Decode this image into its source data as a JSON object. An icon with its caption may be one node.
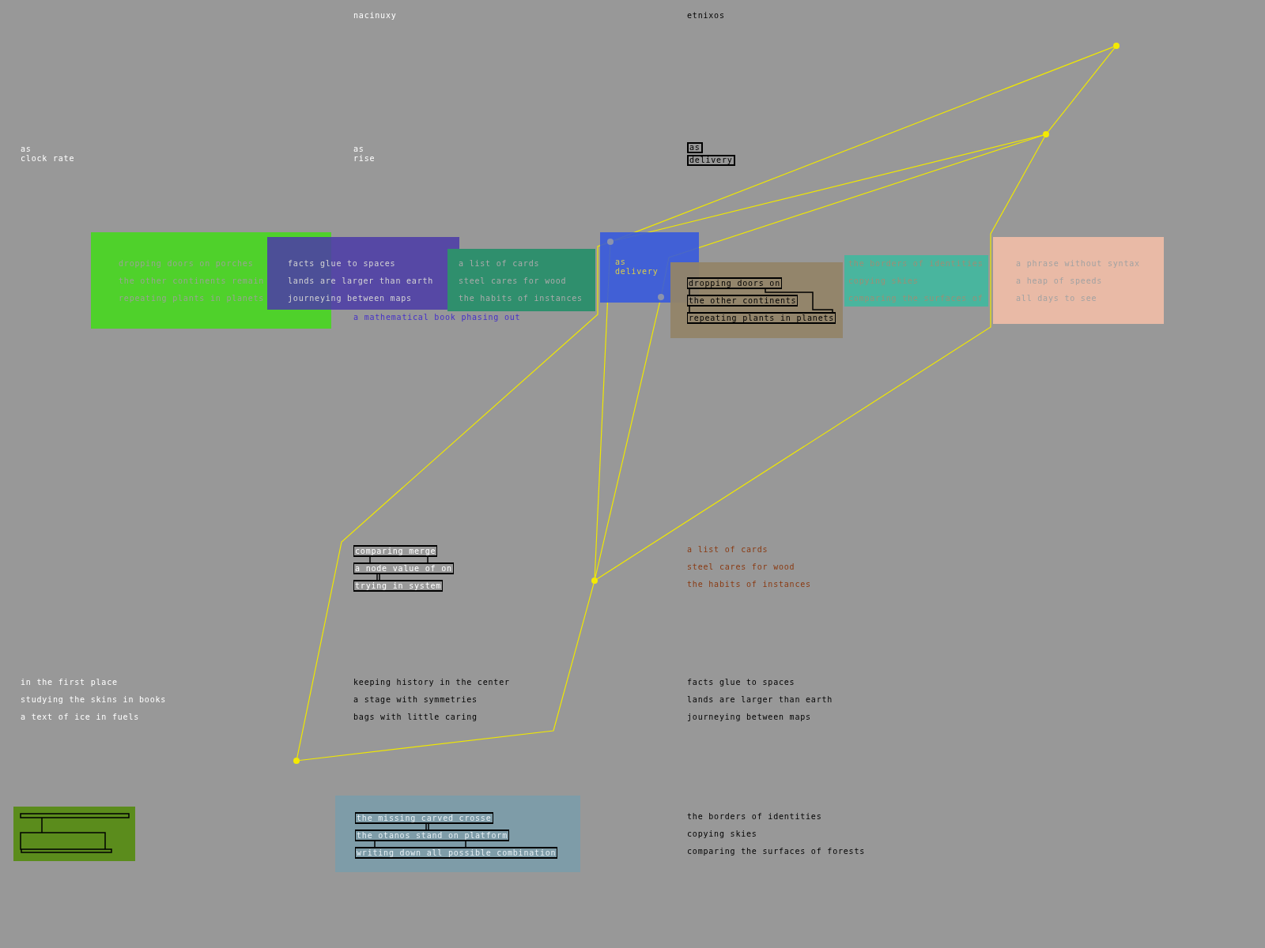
{
  "diagram": {
    "nodes": [
      {
        "text": [],
        "shape": "circle"
      },
      {
        "text": [],
        "shape": "circle"
      },
      {
        "text": [
          "dropping doors on porches",
          "the other continents remain",
          "repeating plants in planets"
        ]
      },
      {
        "text": [
          "facts glue to spaces",
          "lands are larger than earth",
          "journeying between maps"
        ]
      },
      {
        "text": [
          "a list of cards",
          "steel cares for wood",
          "the habits of instances"
        ]
      },
      {
        "text": [
          "as",
          "delivery"
        ]
      },
      {
        "text": [],
        "shape": "circle",
        "in": 5
      },
      {
        "text": [],
        "shape": "circle",
        "in": 5
      },
      {
        "text": [
          "dropping doors on",
          "the other continents",
          "repeating plants in planets"
        ]
      },
      {
        "text": [
          "the borders of identities",
          "copying skies",
          "comparing the surfaces of"
        ]
      },
      {
        "text": [
          "a phrase without syntax",
          "a heap of speeds",
          "all days to see"
        ]
      },
      {
        "text": [],
        "shape": "circle"
      },
      {
        "text": [],
        "shape": "circle"
      },
      {
        "text": [],
        "shape": "box"
      },
      {
        "text": [
          "the missing carved crosse",
          "the otanos stand on platform",
          "writing down all possible combination"
        ]
      }
    ],
    "edges": [
      {
        "from": 0,
        "to": 1,
        "arrow": "none"
      },
      {
        "from": 0,
        "to": 6,
        "arrow": "none"
      },
      {
        "from": 1,
        "to": 6,
        "arrow": "none"
      },
      {
        "from": 1,
        "to": 7,
        "arrow": "none"
      },
      {
        "from": 1,
        "to": 11,
        "arrow": "none"
      },
      {
        "from": 6,
        "to": 11,
        "arrow": "none"
      },
      {
        "from": 7,
        "to": 11,
        "arrow": "none"
      },
      {
        "from": 6,
        "to": 12,
        "arrow": "none"
      },
      {
        "from": 11,
        "to": 12,
        "arrow": "none"
      }
    ],
    "labels": [
      "nacinuxy",
      "etnixos",
      "as",
      "clock rate",
      "as",
      "rise",
      "as",
      "delivery",
      "a mathematical book phasing out",
      "comparing merge",
      "a node value of on",
      "trying in system",
      "a list of cards",
      "steel cares for wood",
      "the habits of instances",
      "in the first place",
      "studying the skins in books",
      "a text of ice in fuels",
      "keeping history in the center",
      "a stage with symmetries",
      "bags with little caring",
      "facts glue to spaces",
      "lands are larger than earth",
      "journeying between maps",
      "the borders of identities",
      "copying skies",
      "comparing the surfaces of forests"
    ]
  }
}
